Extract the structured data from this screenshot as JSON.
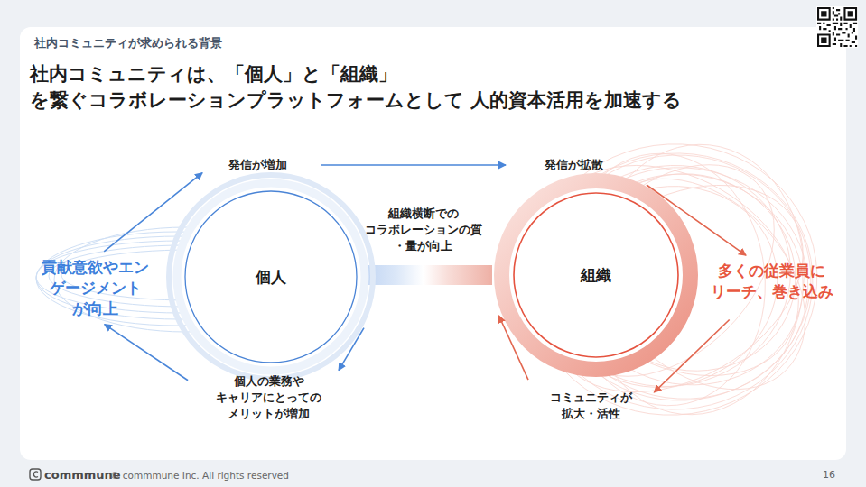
{
  "diagram": {
    "title": "社内コミュニティは、「個人」と「組織」を繋ぐコラボレーションプラットフォームとして 人的資本活用を加速する",
    "nodes": [
      {
        "text": [
          "発信が増加"
        ]
      },
      {
        "text": [
          "発信が拡散"
        ]
      },
      {
        "text": [
          "組織横断での コラボレーションの質 ・量が向上"
        ]
      },
      {
        "text": [
          "貢献意欲やエン ゲージメント が向上"
        ]
      },
      {
        "text": [
          "個人"
        ]
      },
      {
        "text": [
          "組織"
        ]
      },
      {
        "text": [
          "多くの従業員に リーチ、巻き込み"
        ]
      },
      {
        "text": [
          "個人の業務や キャリアにとっての メリットが増加"
        ]
      },
      {
        "text": [
          "コミュニティが 拡大・活性"
        ]
      }
    ],
    "edges": [
      {
        "from": 3,
        "to": 0,
        "arrow": "to"
      },
      {
        "from": 0,
        "to": 1,
        "arrow": "to"
      },
      {
        "from": 1,
        "to": 6,
        "arrow": "to"
      },
      {
        "from": 6,
        "to": 8,
        "arrow": "to"
      },
      {
        "from": 8,
        "to": 5,
        "arrow": "to"
      },
      {
        "from": 4,
        "to": 7,
        "arrow": "to"
      },
      {
        "from": 7,
        "to": 3,
        "arrow": "to"
      }
    ],
    "labels": [
      "社内コミュニティが求められる背景",
      "commmune",
      "© commmune Inc. All rights reserved",
      "16"
    ]
  }
}
